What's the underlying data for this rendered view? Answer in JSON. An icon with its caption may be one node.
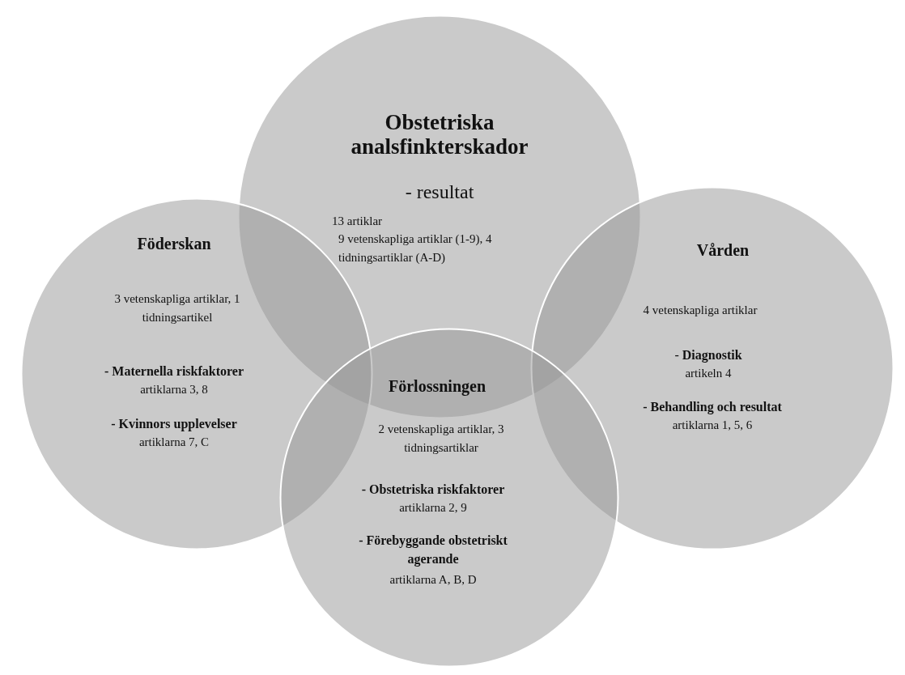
{
  "diagram": {
    "nodes": [
      {
        "text": [
          "Obstetriska analsfinkterskador",
          "- resultat",
          "13 artiklar",
          "9 vetenskapliga artiklar (1-9), 4 tidningsartiklar (A-D)"
        ]
      },
      {
        "text": [
          "Föderskan",
          "3 vetenskapliga artiklar, 1 tidningsartikel",
          "- Maternella riskfaktorer",
          "artiklarna 3, 8",
          "- Kvinnors upplevelser",
          "artiklarna 7, C"
        ]
      },
      {
        "text": [
          "Vården",
          "4 vetenskapliga artiklar",
          "- **Diagnostik**",
          "artikeln 4",
          "- Behandling och resultat",
          "artiklarna 1, 5, 6"
        ]
      },
      {
        "text": [
          "Förlossningen",
          "2 vetenskapliga artiklar, 3 tidningsartiklar",
          "- Obstetriska riskfaktorer",
          "artiklarna 2, 9",
          "- Förebyggande obstetriskt agerande",
          "artiklarna A, B, D"
        ]
      }
    ]
  }
}
